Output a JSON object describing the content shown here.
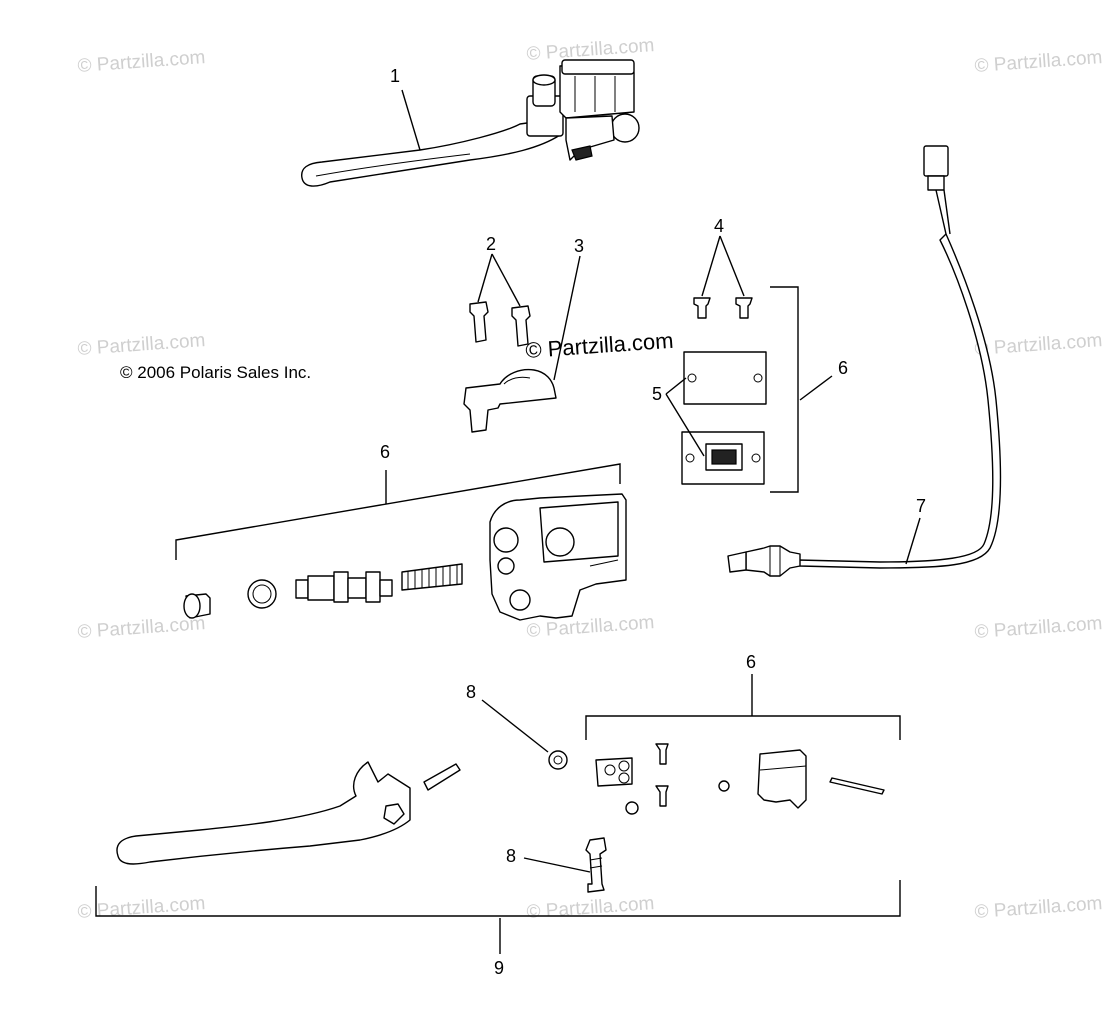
{
  "copyright": "© 2006 Polaris Sales Inc.",
  "watermark_center": "© Partzilla.com",
  "watermarks": [
    "© Partzilla.com",
    "© Partzilla.com",
    "© Partzilla.com",
    "© Partzilla.com",
    "© Partzilla.com",
    "© Partzilla.com",
    "© Partzilla.com",
    "© Partzilla.com",
    "© Partzilla.com",
    "© Partzilla.com",
    "© Partzilla.com"
  ],
  "callouts": [
    "1",
    "2",
    "3",
    "4",
    "5",
    "6",
    "6",
    "6",
    "7",
    "8",
    "8",
    "9"
  ],
  "colors": {
    "line": "#000000",
    "watermark": "#cfcfcf",
    "background": "#ffffff"
  }
}
